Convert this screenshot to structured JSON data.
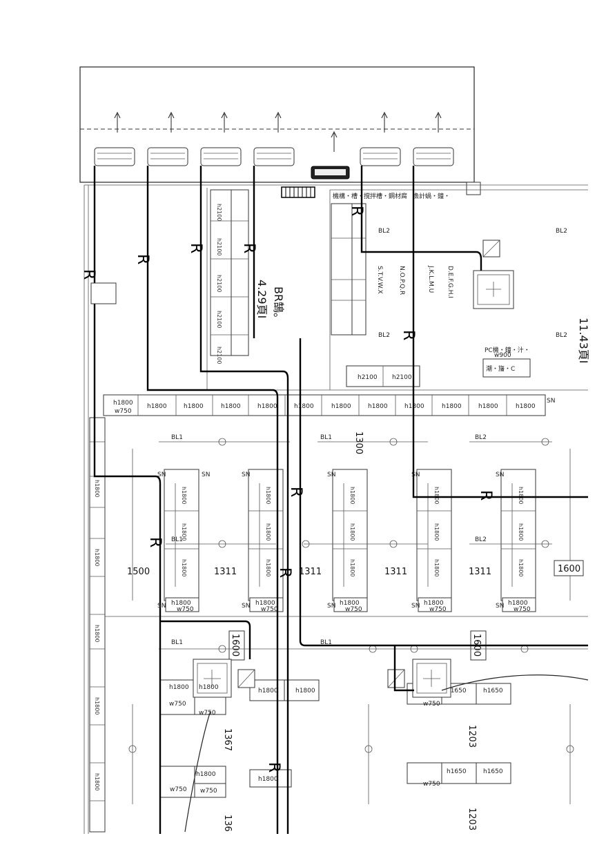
{
  "drawing": {
    "room_label": "BR鵠。",
    "room_area": "4.29頁I",
    "area_right": "11.43頁I",
    "route_mark": "R",
    "bl1": "BL1",
    "bl2": "BL2",
    "sn": "SN",
    "h1800": "h1800",
    "h2100": "h2100",
    "h1650": "h1650",
    "h2100a": "h2100",
    "w750": "w750",
    "w900": "w900",
    "top_note": "機構・槽・撹拌槽・鋼材腐",
    "top_note2": "漁計蝸・鐘・",
    "pc_note": "PC機・鐘・汁・",
    "pc_note2": "潮・旛・C",
    "note_cols": [
      "D.E.F.G.H.I",
      "J.K.L.M.U",
      "N.O.P.Q.R",
      "S.T.V.W.X"
    ],
    "dims": {
      "d1300": "1300",
      "d1500": "1500",
      "d1311": "1311",
      "d1600": "1600",
      "d1367": "1367",
      "d1203": "1203",
      "d136": "136"
    }
  }
}
